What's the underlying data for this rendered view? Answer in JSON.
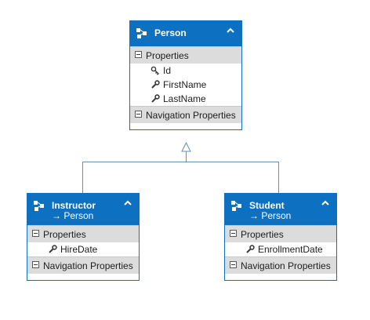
{
  "entities": {
    "person": {
      "name": "Person",
      "properties_label": "Properties",
      "properties": [
        "Id",
        "FirstName",
        "LastName"
      ],
      "navigation_label": "Navigation Properties"
    },
    "instructor": {
      "name": "Instructor",
      "base": "→ Person",
      "properties_label": "Properties",
      "properties": [
        "HireDate"
      ],
      "navigation_label": "Navigation Properties"
    },
    "student": {
      "name": "Student",
      "base": "→ Person",
      "properties_label": "Properties",
      "properties": [
        "EnrollmentDate"
      ],
      "navigation_label": "Navigation Properties"
    }
  },
  "colors": {
    "header": "#0e70c0",
    "section": "#dcdcdc",
    "connector": "#6a8fa8"
  },
  "icons": {
    "entity": "entity-type-icon",
    "key": "key-icon",
    "property": "wrench-icon",
    "collapse": "chevron-up-icon",
    "toggle": "minus-box-icon"
  }
}
